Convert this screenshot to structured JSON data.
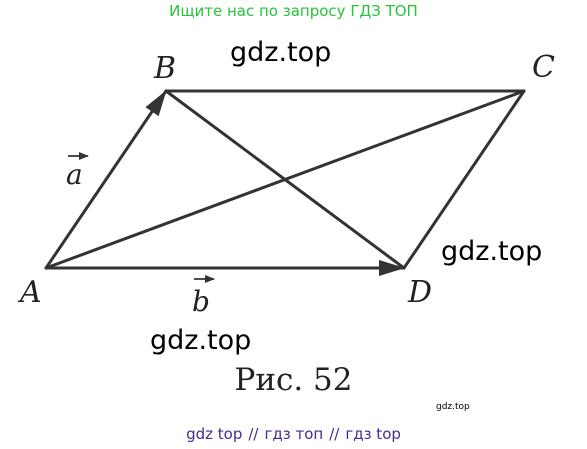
{
  "header": {
    "banner": "Ищите нас по запросу ГДЗ ТОП"
  },
  "watermarks": [
    "gdz.top",
    "gdz.top",
    "gdz.top",
    "gdz.top"
  ],
  "points": {
    "A": "A",
    "B": "B",
    "C": "C",
    "D": "D"
  },
  "vectors": {
    "a": "a",
    "b": "b"
  },
  "caption": "Рис. 52",
  "footer": {
    "part1": "gdz top",
    "sep1": "//",
    "part2": "гдз топ",
    "sep2": "//",
    "part3": "гдз top"
  },
  "colors": {
    "banner": "#27c43a",
    "footer": "#4b2a8c",
    "lines": "#333333"
  }
}
